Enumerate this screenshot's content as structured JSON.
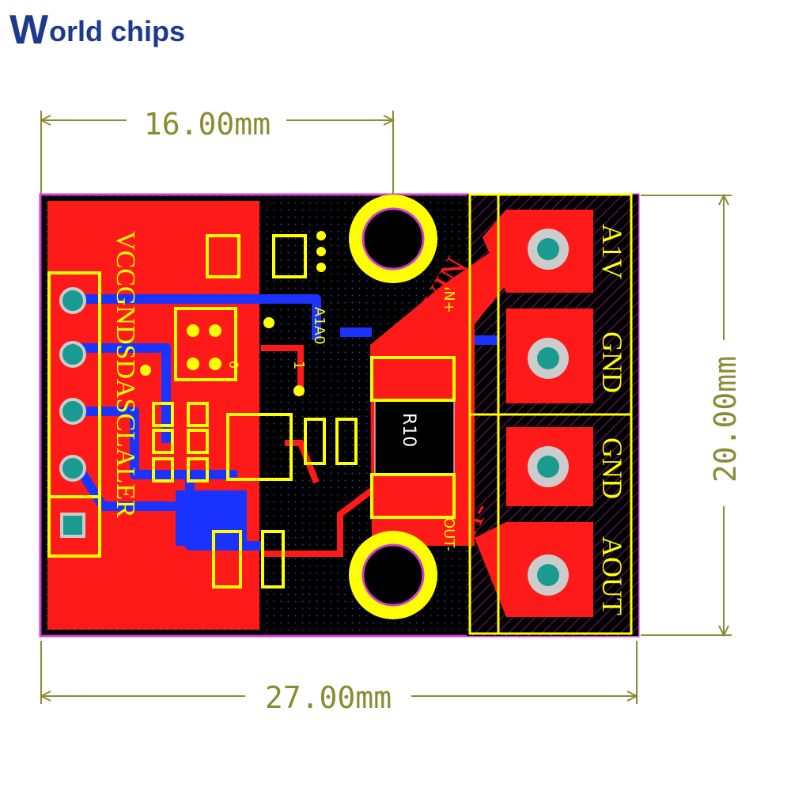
{
  "logo": {
    "brand": "World chips"
  },
  "dimensions": {
    "top_width": "16.00mm",
    "bottom_width": "27.00mm",
    "height": "20.00mm"
  },
  "left_header_pins": [
    "VCC",
    "GND",
    "SDA",
    "SCL",
    "ALER"
  ],
  "left_label_text": "VCCGNDSDASCLALER",
  "right_terminal_labels": [
    "A1V",
    "GND",
    "GND",
    "AOUT"
  ],
  "silkscreen": {
    "resistor": "R10",
    "addr": "A1A0",
    "in_label": "IN+",
    "out_label": "OUT-",
    "vin_label": "2VIN",
    "a_label": "A-",
    "small_1": "1",
    "small_0": "0"
  },
  "colors": {
    "board_red": "#ff1a1a",
    "silk_yellow": "#ffff00",
    "dim_olive": "#8b8b33",
    "copper_blue": "#1a33ff",
    "pad_teal": "#1a9a90"
  }
}
